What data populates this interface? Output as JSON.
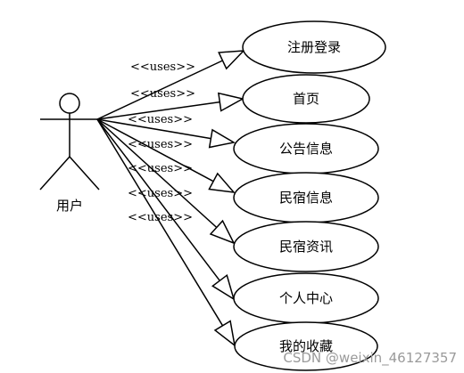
{
  "actor": {
    "label": "用户"
  },
  "relationship_label": "<<uses>>",
  "use_cases": [
    {
      "label": "注册登录"
    },
    {
      "label": "首页"
    },
    {
      "label": "公告信息"
    },
    {
      "label": "民宿信息"
    },
    {
      "label": "民宿资讯"
    },
    {
      "label": "个人中心"
    },
    {
      "label": "我的收藏"
    }
  ],
  "watermark": "CSDN @weixin_46127357"
}
